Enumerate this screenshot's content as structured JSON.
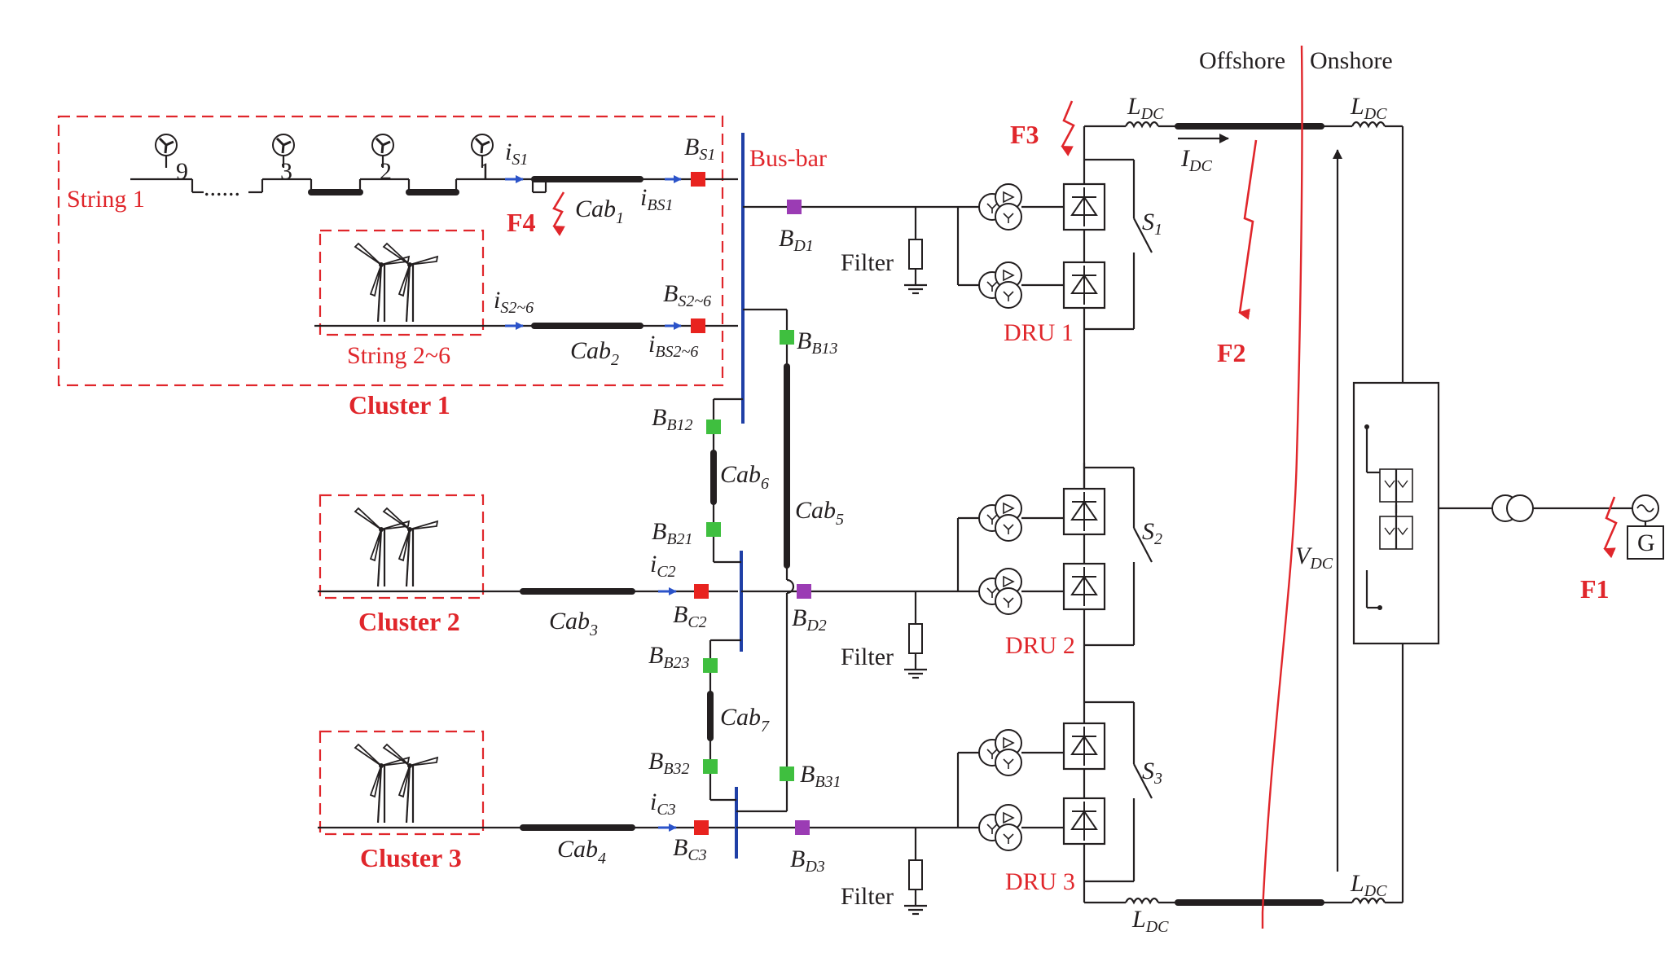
{
  "colors": {
    "fault": "#e0262b",
    "bus": "#1f3fa6",
    "breaker_red": "#e8231f",
    "breaker_green": "#3fbf3f",
    "breaker_purple": "#9b3cb4",
    "arrow_blue": "#2b53c9",
    "wire": "#231f20"
  },
  "regions": {
    "offshore": "Offshore",
    "onshore": "Onshore"
  },
  "busbar": "Bus-bar",
  "clusters": {
    "c1": "Cluster 1",
    "c2": "Cluster 2",
    "c3": "Cluster 3"
  },
  "strings": {
    "s1": "String 1",
    "s26": "String 2~6"
  },
  "string_nodes": [
    "9",
    "3",
    "2",
    "1"
  ],
  "string_dots": "......",
  "dru": {
    "d1": "DRU 1",
    "d2": "DRU 2",
    "d3": "DRU 3"
  },
  "faults": {
    "f1": "F1",
    "f2": "F2",
    "f3": "F3",
    "f4": "F4"
  },
  "filter": "Filter",
  "gen": "G",
  "cables": {
    "cab1": {
      "m": "Cab",
      "s": "1"
    },
    "cab2": {
      "m": "Cab",
      "s": "2"
    },
    "cab3": {
      "m": "Cab",
      "s": "3"
    },
    "cab4": {
      "m": "Cab",
      "s": "4"
    },
    "cab5": {
      "m": "Cab",
      "s": "5"
    },
    "cab6": {
      "m": "Cab",
      "s": "6"
    },
    "cab7": {
      "m": "Cab",
      "s": "7"
    }
  },
  "breakers": {
    "bs1": {
      "m": "B",
      "s": "S1"
    },
    "bs26": {
      "m": "B",
      "s": "S2~6"
    },
    "bd1": {
      "m": "B",
      "s": "D1"
    },
    "bd2": {
      "m": "B",
      "s": "D2"
    },
    "bd3": {
      "m": "B",
      "s": "D3"
    },
    "bb13": {
      "m": "B",
      "s": "B13"
    },
    "bb12": {
      "m": "B",
      "s": "B12"
    },
    "bb21": {
      "m": "B",
      "s": "B21"
    },
    "bb23": {
      "m": "B",
      "s": "B23"
    },
    "bb32": {
      "m": "B",
      "s": "B32"
    },
    "bb31": {
      "m": "B",
      "s": "B31"
    },
    "bc2": {
      "m": "B",
      "s": "C2"
    },
    "bc3": {
      "m": "B",
      "s": "C3"
    }
  },
  "currents": {
    "is1": {
      "m": "i",
      "s": "S1"
    },
    "ibs1": {
      "m": "i",
      "s": "BS1"
    },
    "is26": {
      "m": "i",
      "s": "S2~6"
    },
    "ibs26": {
      "m": "i",
      "s": "BS2~6"
    },
    "ic2": {
      "m": "i",
      "s": "C2"
    },
    "ic3": {
      "m": "i",
      "s": "C3"
    },
    "idc": {
      "m": "I",
      "s": "DC"
    }
  },
  "vdc": {
    "m": "V",
    "s": "DC"
  },
  "ldc": {
    "m": "L",
    "s": "DC"
  },
  "switches": {
    "sw1": {
      "m": "S",
      "s": "1"
    },
    "sw2": {
      "m": "S",
      "s": "2"
    },
    "sw3": {
      "m": "S",
      "s": "3"
    }
  }
}
